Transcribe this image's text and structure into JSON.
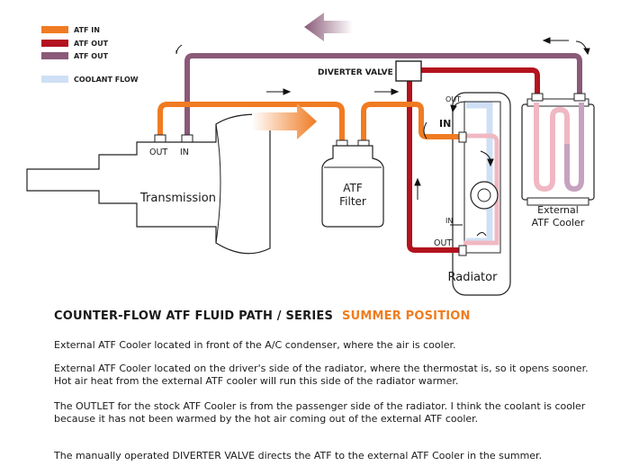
{
  "legend": {
    "items": [
      {
        "label": "ATF IN",
        "color": "#f07b22"
      },
      {
        "label": "ATF OUT",
        "color": "#b3121e"
      },
      {
        "label": "ATF OUT",
        "color": "#8a5a78"
      },
      {
        "label": "COOLANT FLOW",
        "color": "#cfe0f5"
      }
    ]
  },
  "diagram": {
    "transmission_label": "Transmission",
    "trans_out_label": "OUT",
    "trans_in_label": "IN",
    "filter_label_line1": "ATF",
    "filter_label_line2": "Filter",
    "diverter_label": "DIVERTER VALVE",
    "radiator_label": "Radiator",
    "rad_out_top_label": "OUT",
    "rad_in_top_label": "IN",
    "rad_in_bottom_label": "IN",
    "rad_out_bottom_label": "OUT",
    "cooler_label_line1": "External",
    "cooler_label_line2": "ATF Cooler",
    "colors": {
      "orange": "#f07b22",
      "red": "#b3121e",
      "purple": "#8a5a78",
      "coolant": "#cfe0f5",
      "pink": "#efb8c2"
    }
  },
  "title": {
    "main": "COUNTER-FLOW ATF FLUID PATH / SERIES",
    "accent": "SUMMER POSITION",
    "accent_color": "#ef7d1f"
  },
  "paragraphs": {
    "p1": "External ATF Cooler located in front of the A/C condenser, where the air is cooler.",
    "p2_line1": "External ATF Cooler located on the driver's side of the radiator, where the thermostat is, so it opens sooner.",
    "p2_line2": "Hot air heat from the external ATF cooler will run this side of the radiator warmer.",
    "p3_line1": "The OUTLET for the stock ATF Cooler is from the passenger side of the radiator.  I think the coolant is cooler",
    "p3_line2": "because it has not been warmed by the hot air coming out of the external ATF cooler.",
    "p4": "The manually operated DIVERTER VALVE directs the ATF to the external ATF Cooler in the summer."
  }
}
